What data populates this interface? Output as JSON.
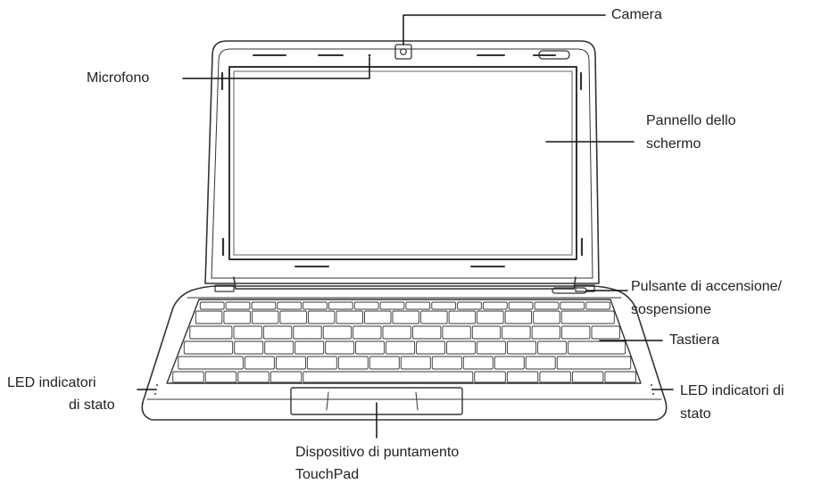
{
  "labels": {
    "camera": "Camera",
    "microphone": "Microfono",
    "screen_line1": "Pannello dello",
    "screen_line2": "schermo",
    "power_line1": "Pulsante di accensione/",
    "power_line2": "sospensione",
    "keyboard": "Tastiera",
    "led_left_line1": "LED indicatori",
    "led_left_line2": "di stato",
    "led_right_line1": "LED indicatori di",
    "led_right_line2": "stato",
    "touchpad_line1": "Dispositivo di puntamento",
    "touchpad_line2": "TouchPad"
  },
  "colors": {
    "stroke": "#333333",
    "fill": "#ffffff"
  }
}
